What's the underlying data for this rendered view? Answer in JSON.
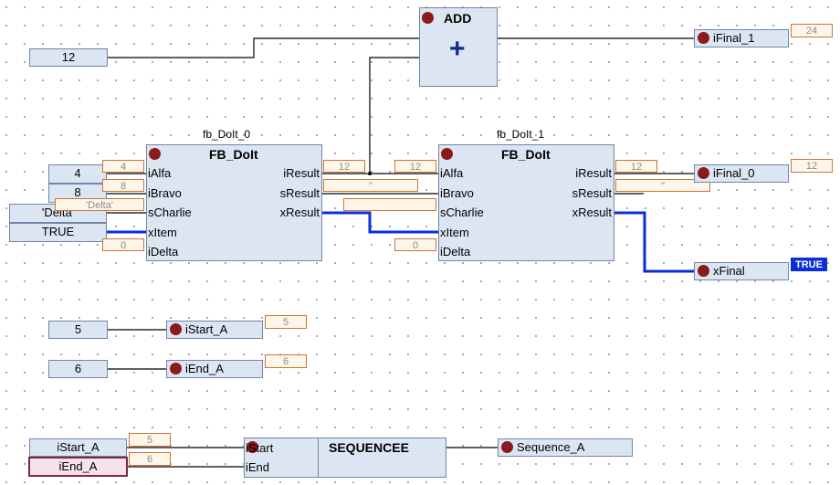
{
  "add_block": {
    "title": "ADD",
    "symbol": "+"
  },
  "fb0": {
    "instance": "fb_DoIt_0",
    "type": "FB_DoIt",
    "inputs": [
      "iAlfa",
      "iBravo",
      "sCharlie",
      "xItem",
      "iDelta"
    ],
    "outputs": [
      "iResult",
      "sResult",
      "xResult"
    ]
  },
  "fb1": {
    "instance": "fb_DoIt_1",
    "type": "FB_DoIt",
    "inputs": [
      "iAlfa",
      "iBravo",
      "sCharlie",
      "xItem",
      "iDelta"
    ],
    "outputs": [
      "iResult",
      "sResult",
      "xResult"
    ]
  },
  "sequence_block": {
    "title": "SEQUENCEE",
    "inputs": [
      "iStart",
      "iEnd"
    ]
  },
  "constants": {
    "c12": "12",
    "c4": "4",
    "c8": "8",
    "cdelta": "'Delta'",
    "ctrue": "TRUE",
    "c5": "5",
    "c6": "6"
  },
  "variables": {
    "ifinal1": "iFinal_1",
    "ifinal0": "iFinal_0",
    "xfinal": "xFinal",
    "istart": "iStart_A",
    "iend": "iEnd_A",
    "sequence": "Sequence_A"
  },
  "monitor": {
    "ifinal1": "24",
    "fb0_ialfa": "4",
    "fb0_ibravo": "8",
    "fb0_scharlie": "'Delta'",
    "fb0_idelta": "0",
    "fb0_iresult": "12",
    "fb0_sresult": "''",
    "fb1_ialfa": "12",
    "fb1_idelta": "0",
    "fb1_iresult": "12",
    "fb1_sresult": "''",
    "ifinal0": "12",
    "xfinal": "TRUE",
    "istart": "5",
    "iend": "6",
    "seq_istart": "5",
    "seq_iend": "6"
  },
  "colors": {
    "wire": "#000000",
    "bool_wire": "#0b2ed8",
    "block_fill": "#dce6f2",
    "monitor_border": "#c9753a",
    "breakpoint": "#8b1a1a"
  }
}
